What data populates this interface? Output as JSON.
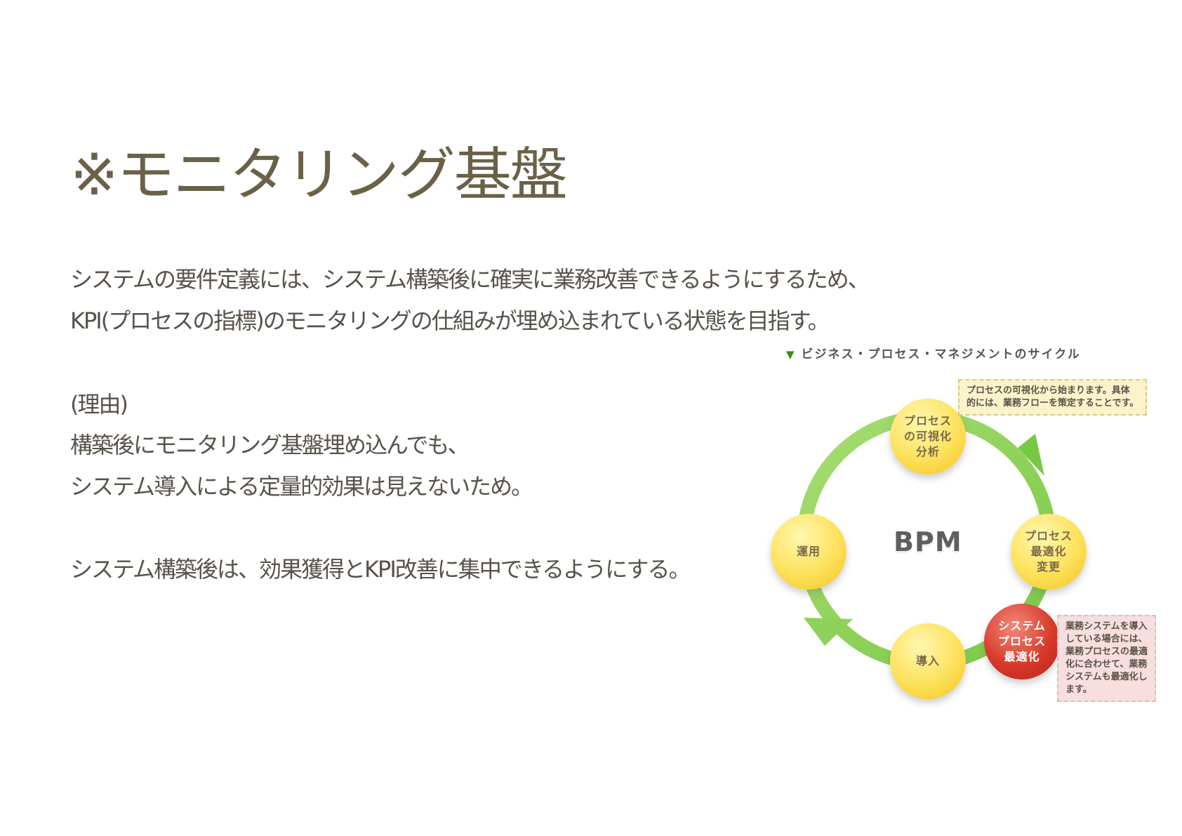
{
  "slide": {
    "title": "※モニタリング基盤",
    "paragraphs": [
      "システムの要件定義には、システム構築後に確実に業務改善できるようにするため、",
      "KPI(プロセスの指標)のモニタリングの仕組みが埋め込まれている状態を目指す。",
      "(理由)",
      "構築後にモニタリング基盤埋め込んでも、",
      "システム導入による定量的効果は見えないため。",
      "システム構築後は、効果獲得とKPI改善に集中できるようにする。"
    ]
  },
  "diagram": {
    "caption": "ビジネス・プロセス・マネジメントのサイクル",
    "caption_icon": "triangle-down-icon",
    "center": "BPM",
    "nodes": [
      {
        "lines": [
          "プロセス",
          "の可視化",
          "分析"
        ],
        "color": "yellow"
      },
      {
        "lines": [
          "プロセス",
          "最適化",
          "変更"
        ],
        "color": "yellow"
      },
      {
        "lines": [
          "システム",
          "プロセス",
          "最適化"
        ],
        "color": "red"
      },
      {
        "lines": [
          "導入"
        ],
        "color": "yellow"
      },
      {
        "lines": [
          "運用"
        ],
        "color": "yellow"
      }
    ],
    "notes": {
      "top": [
        "プロセスの可視化から始まります。具体",
        "的には、業務フローを策定することです。"
      ],
      "bottom": [
        "業務システムを導入",
        "している場合には、",
        "業務プロセスの最適",
        "化に合わせて、業務",
        "システムも最適化し",
        "ます。"
      ]
    },
    "colors": {
      "arrow": "#8fd15a",
      "arrow_dark": "#6cbf3a",
      "yellow": "#fde15a",
      "red": "#d8392a"
    }
  }
}
